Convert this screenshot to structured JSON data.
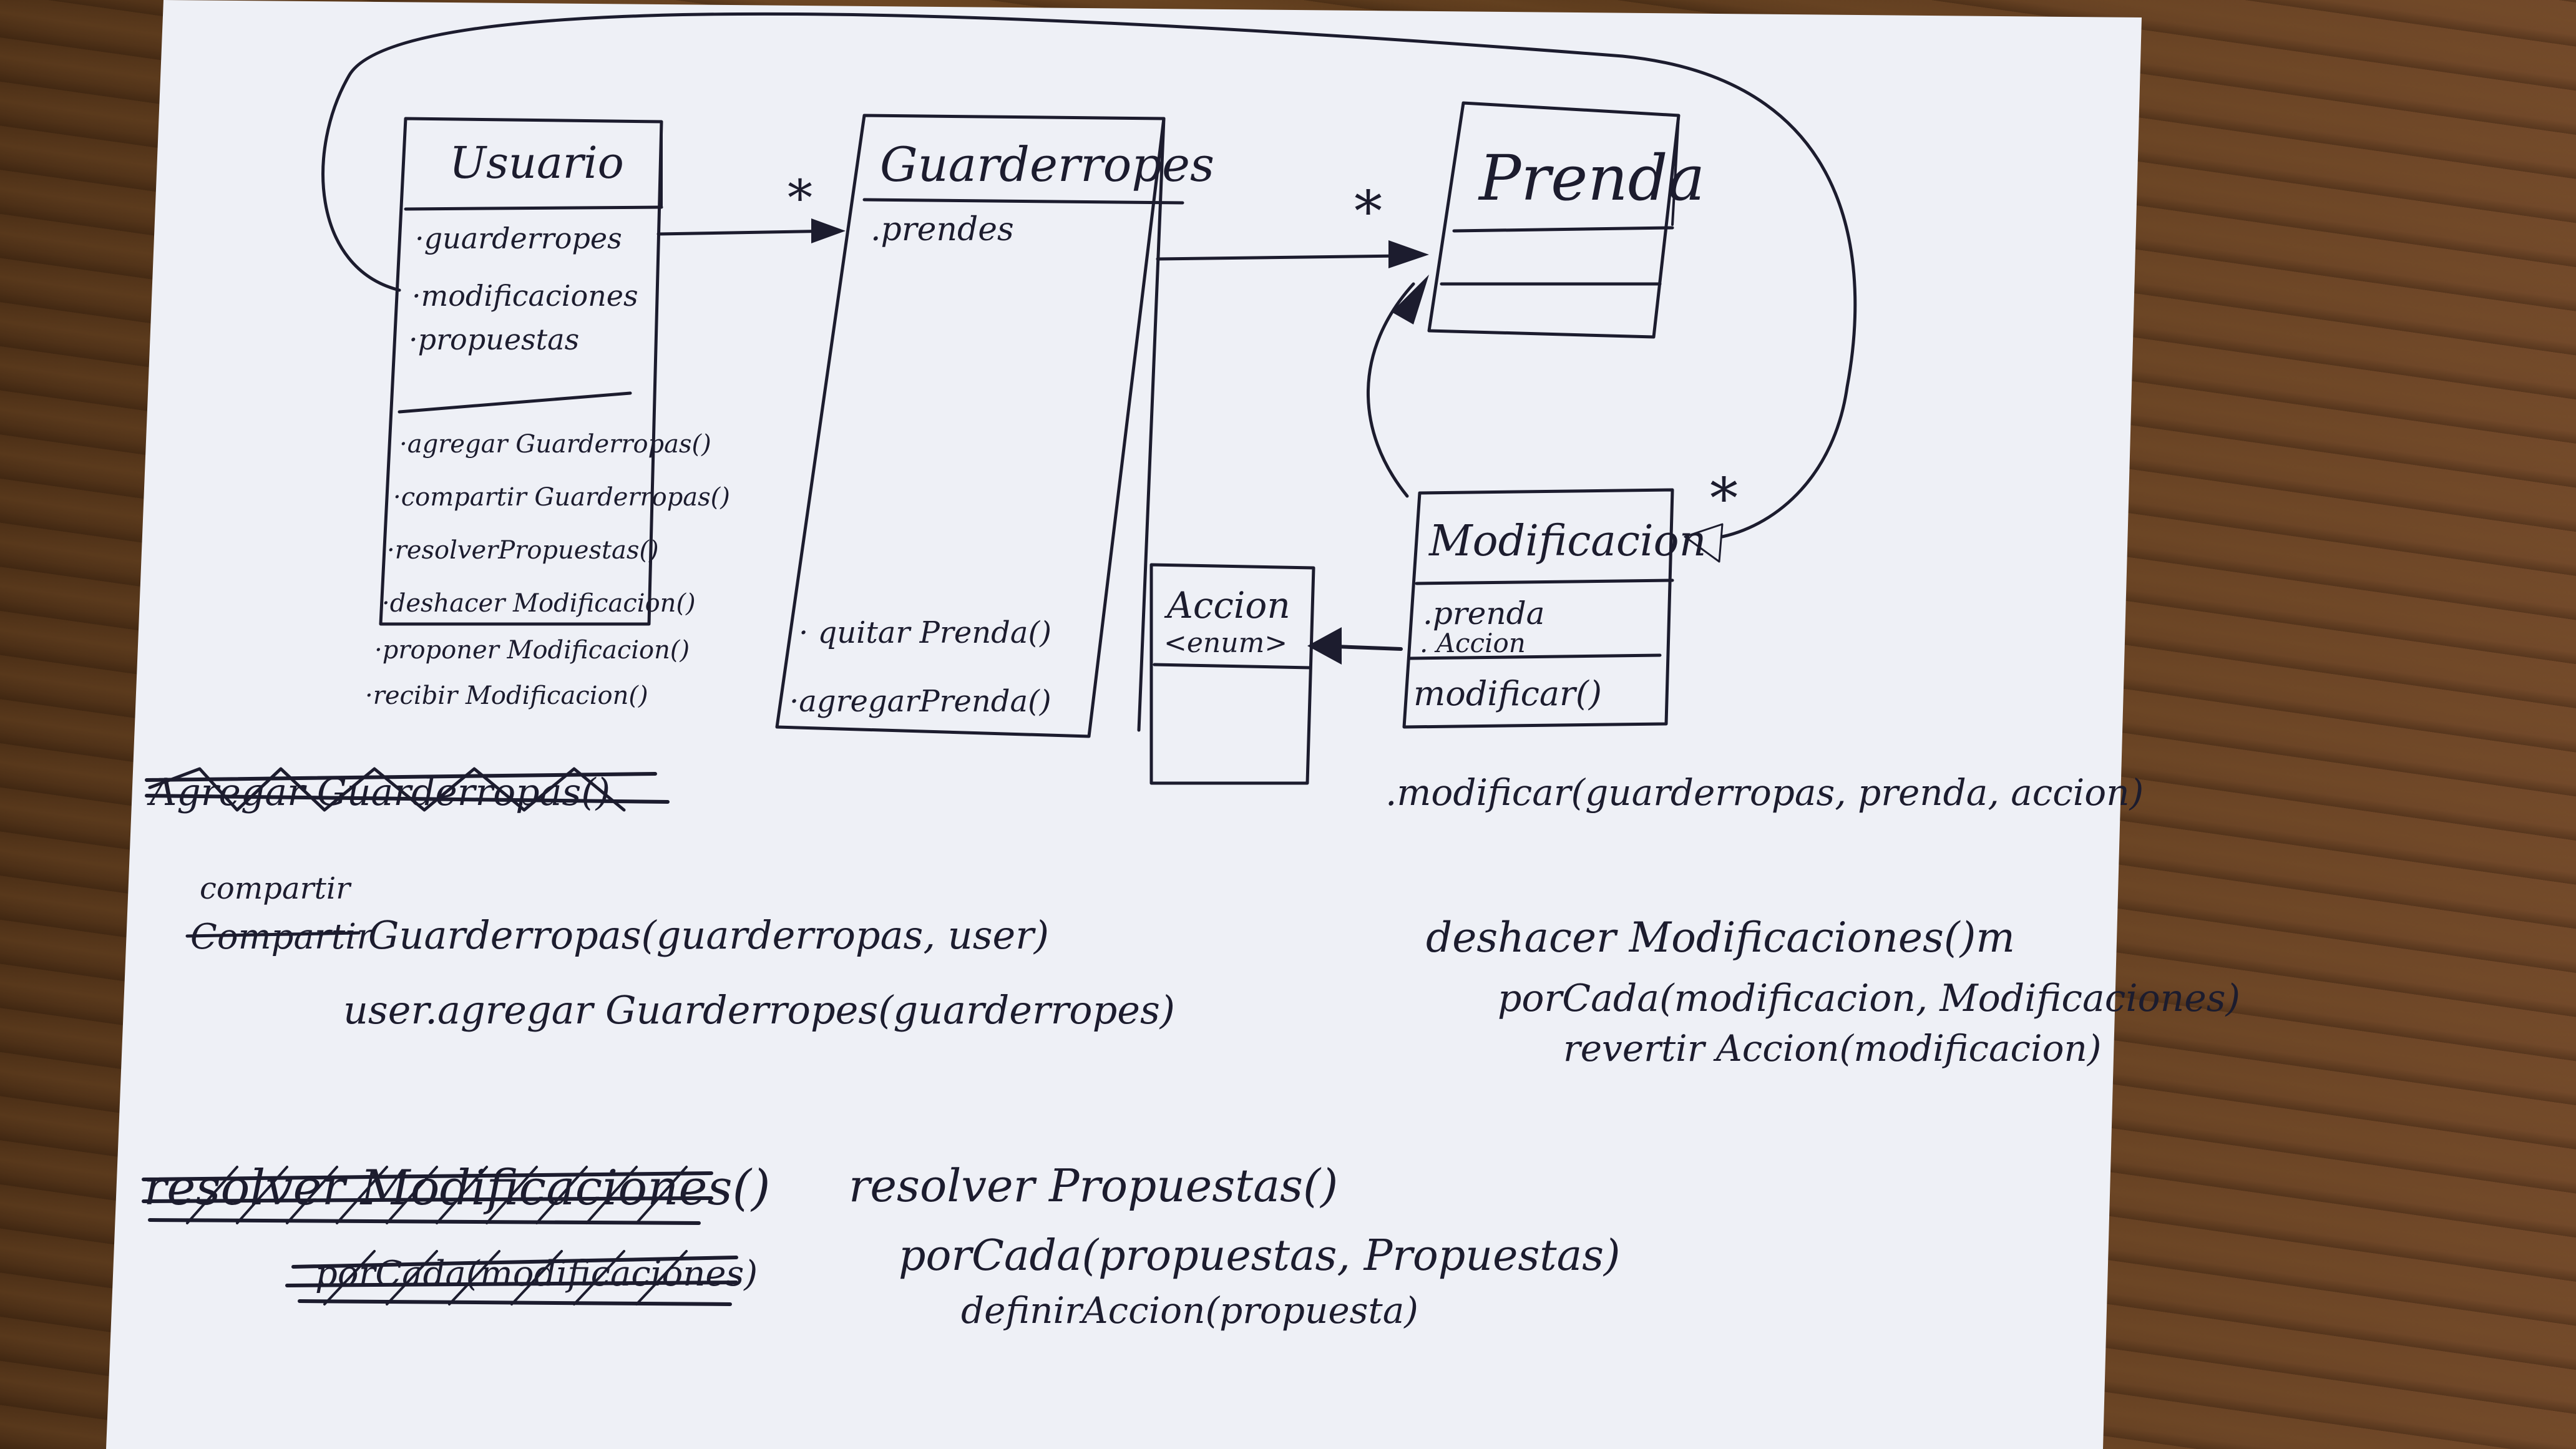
{
  "usuario": {
    "title": "Usuario",
    "attributes": [
      "·guarderropes",
      "·modificaciones",
      "·propuestas"
    ],
    "methods": [
      "·agregar Guarderropas()",
      "·compartir Guarderropas()",
      "·resolverPropuestas()",
      "·deshacer Modificacion()",
      "·proponer Modificacion()",
      "·recibir Modificacion()"
    ]
  },
  "guardarropas": {
    "title": "Guarderropes",
    "attributes": [
      ".prendes"
    ],
    "methods": [
      "· quitar Prenda()",
      "·agregarPrenda()"
    ]
  },
  "prenda": {
    "title": "Prenda"
  },
  "modificacion": {
    "title": "Modificacion",
    "attributes": [
      ".prenda",
      ". Accion"
    ],
    "methods": [
      "modificar()"
    ]
  },
  "accion": {
    "title": "Accion",
    "stereotype": "<enum>"
  },
  "multiplicity": [
    "*",
    "*",
    "*"
  ],
  "notes": {
    "modificar_sig": ".modificar(guarderropas, prenda, accion)",
    "crossed_agregar": "Agregar Guarderropas()",
    "compartir_correction": "compartir",
    "compartir_crossed": "Compartir",
    "compartir_sig": "Guarderropas(guarderropas, user)",
    "compartir_body": "user.agregar Guarderropes(guarderropes)",
    "deshacer_sig": "deshacer Modificaciones()m",
    "deshacer_loop": "porCada(modificacion, Modificaciones)",
    "deshacer_body": "revertir Accion(modificacion)",
    "crossed_resolver": "resolver Modificaciones()",
    "crossed_porcada": "porCada(modificaciones)",
    "resolver_sig": "resolver Propuestas()",
    "resolver_loop": "porCada(propuestas, Propuestas)",
    "resolver_body": "definirAccion(propuesta)"
  }
}
